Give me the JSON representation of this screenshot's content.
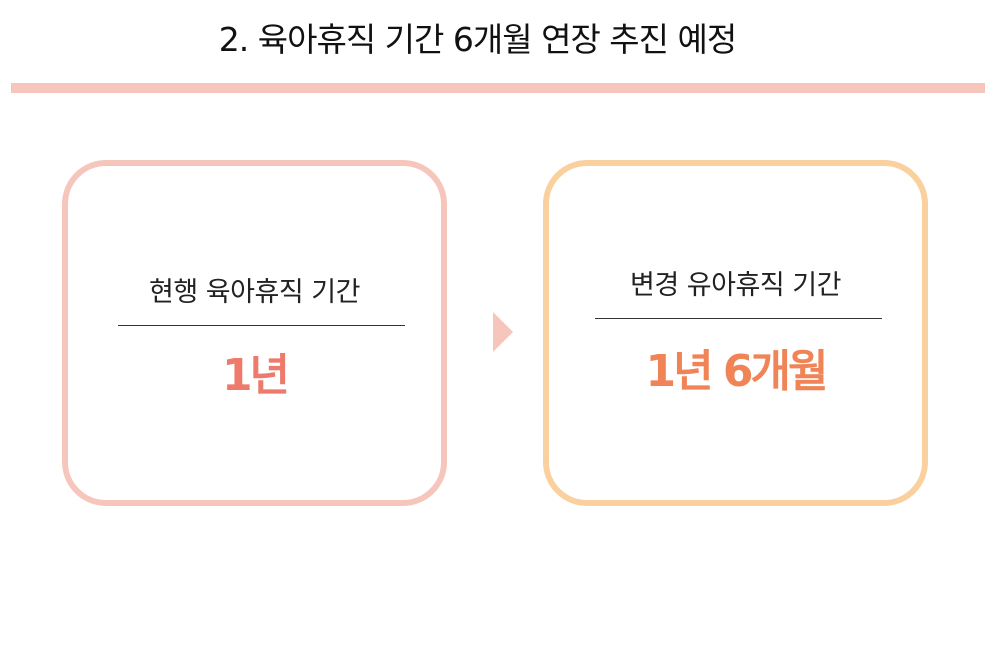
{
  "title": "2. 육아휴직 기간 6개월 연장 추진 예정",
  "current": {
    "label": "현행 육아휴직 기간",
    "value": "1년"
  },
  "changed": {
    "label": "변경 유아휴직 기간",
    "value": "1년 6개월"
  },
  "colors": {
    "rule": "#f6c6bd",
    "current_border": "#f6c6bd",
    "changed_border": "#f9d09e",
    "current_value": "#ed7a6a",
    "changed_value": "#f08456",
    "arrow": "#f6c6bd"
  },
  "icons": {
    "arrow": "triangle-right-icon"
  }
}
